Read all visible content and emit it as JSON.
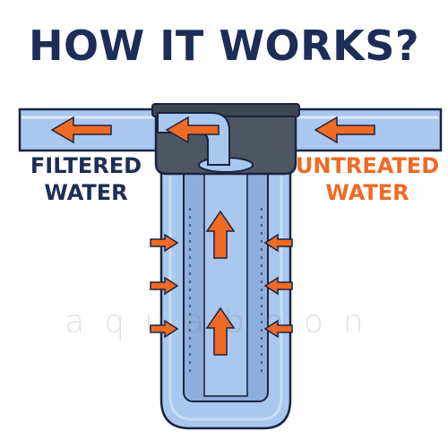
{
  "title": "HOW IT WORKS?",
  "labels": {
    "left_line1": "FILTERED",
    "left_line2": "WATER",
    "right_line1": "UNTREATED",
    "right_line2": "WATER"
  },
  "watermark_text": "aquaboon",
  "colors": {
    "navy": "#1c2d57",
    "orange": "#ef6a24",
    "pipe": "#a9c7ef",
    "housing": "#89a9d8",
    "cap": "#4d5663",
    "outline": "#1a2340"
  }
}
